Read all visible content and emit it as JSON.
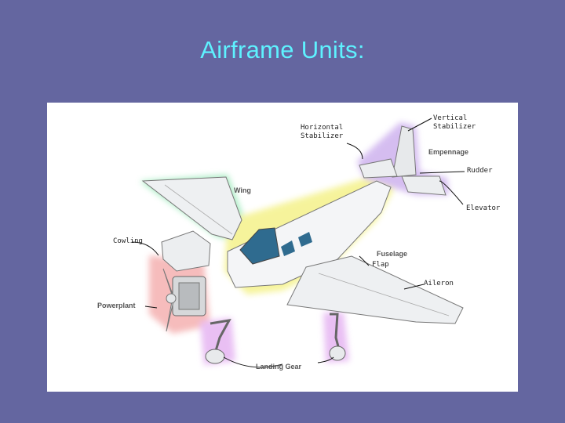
{
  "title": "Airframe Units:",
  "callouts": {
    "horizontal_stabilizer": "Horizontal\nStabilizer",
    "vertical_stabilizer": "Vertical\nStabilizer",
    "rudder": "Rudder",
    "elevator": "Elevator",
    "cowling": "Cowling",
    "flap": "Flap",
    "aileron": "Aileron"
  },
  "diagram_labels": {
    "empennage": "Empennage",
    "wing": "Wing",
    "fuselage": "Fuselage",
    "powerplant": "Powerplant",
    "landing_gear": "Landing Gear"
  },
  "colors": {
    "background": "#6466a0",
    "title": "#5ef2ff",
    "glow_wing": "#8de6b0",
    "glow_fuselage": "#f3f07a",
    "glow_empennage": "#c8a8ec",
    "glow_engine": "#f3a6a6",
    "glow_gear": "#e2aaf0"
  }
}
